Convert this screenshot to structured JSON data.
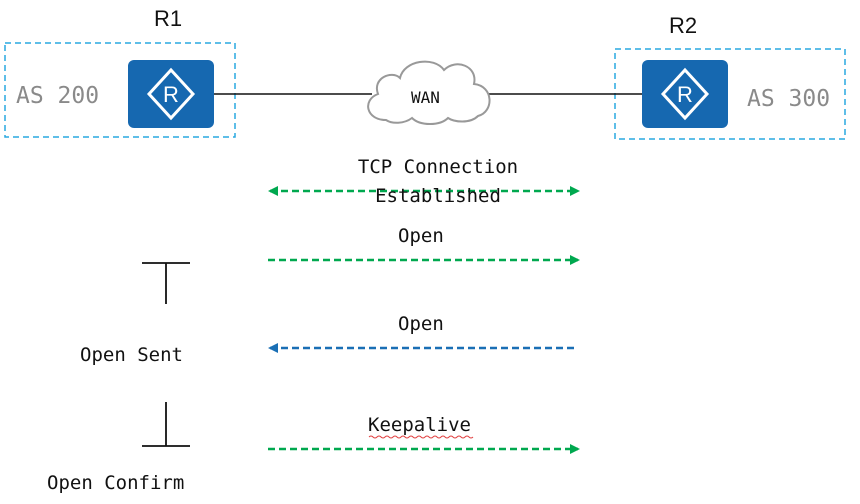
{
  "routers": {
    "r1": {
      "name": "R1",
      "as": "AS 200"
    },
    "r2": {
      "name": "R2",
      "as": "AS 300"
    }
  },
  "cloud": {
    "label": "WAN"
  },
  "messages": [
    {
      "text": "TCP Connection Established",
      "direction": "both",
      "color": "#00a84f"
    },
    {
      "text": "Open",
      "direction": "right",
      "color": "#00a84f"
    },
    {
      "text": "Open",
      "direction": "left",
      "color": "#1a6fb5"
    },
    {
      "text": "Keepalive",
      "direction": "right",
      "color": "#00a84f"
    }
  ],
  "states": {
    "open_sent": "Open Sent",
    "open_confirm": "Open Confirm"
  },
  "colors": {
    "router_fill": "#1668b0",
    "as_box_border": "#29a9e0",
    "link": "#111111",
    "cloud_stroke": "#999999",
    "as_text": "#8a8a8a"
  },
  "icons": {
    "router": "router-icon",
    "cloud": "cloud-icon"
  }
}
